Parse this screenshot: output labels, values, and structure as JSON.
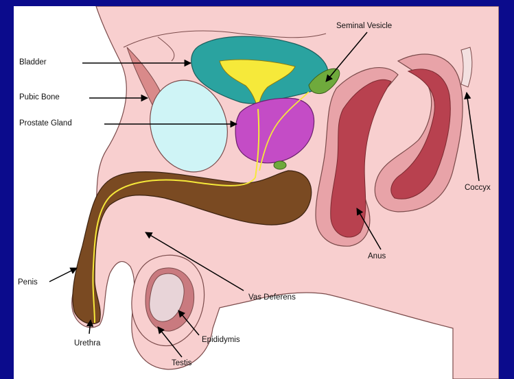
{
  "colors": {
    "background": "#0b0b8c",
    "skin": "#f8cfcf",
    "outline": "#7a4a4a",
    "bladder": "#2aa3a0",
    "urine": "#f6e93a",
    "prostate": "#c44cc6",
    "seminal_vesicle": "#6faa3c",
    "pubic_bone": "#cff4f6",
    "penis_tissue": "#7a4a22",
    "rectum": "#b8414f",
    "testis": "#e8d4d8"
  },
  "labels": {
    "bladder": "Bladder",
    "pubic_bone": "Pubic Bone",
    "prostate_gland": "Prostate Gland",
    "seminal_vesicle": "Seminal Vesicle",
    "coccyx": "Coccyx",
    "anus": "Anus",
    "penis": "Penis",
    "vas_deferens": "Vas Deferens",
    "epididymis": "Epididymis",
    "urethra": "Urethra",
    "testis": "Testis"
  }
}
